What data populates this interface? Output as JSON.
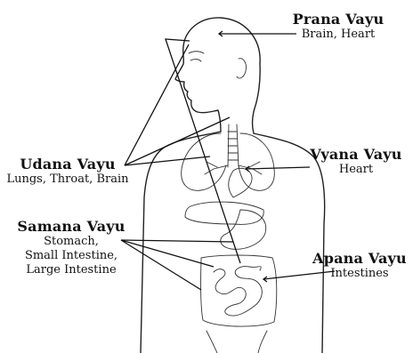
{
  "labels": {
    "prana": {
      "title": "Prana Vayu",
      "desc": "Brain, Heart"
    },
    "udana": {
      "title": "Udana Vayu",
      "desc": "Lungs, Throat, Brain"
    },
    "vyana": {
      "title": "Vyana Vayu",
      "desc": "Heart"
    },
    "samana": {
      "title": "Samana Vayu",
      "desc": [
        "Stomach,",
        "Small Intestine,",
        "Large Intestine"
      ]
    },
    "apana": {
      "title": "Apana Vayu",
      "desc": "Intestines"
    }
  },
  "colors": {
    "ink": "#111111",
    "background": "#ffffff"
  }
}
